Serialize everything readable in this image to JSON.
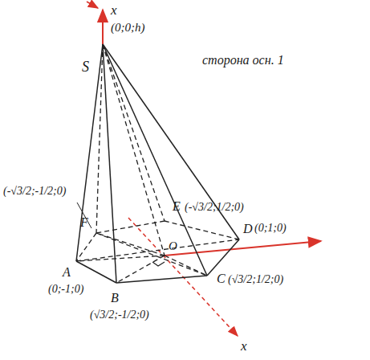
{
  "diagram": {
    "labels": [
      "x",
      "S",
      "(0;0;h)",
      "сторона осн. 1",
      "(-√3/2;-1/2;0)",
      "F",
      "E",
      "(-√3/2;1/2;0)",
      "D",
      "(0;1;0)",
      "O",
      "A",
      "(0;-1;0)",
      "B",
      "(√3/2;-1/2;0)",
      "C",
      "(√3/2;1/2;0)",
      "x"
    ]
  }
}
